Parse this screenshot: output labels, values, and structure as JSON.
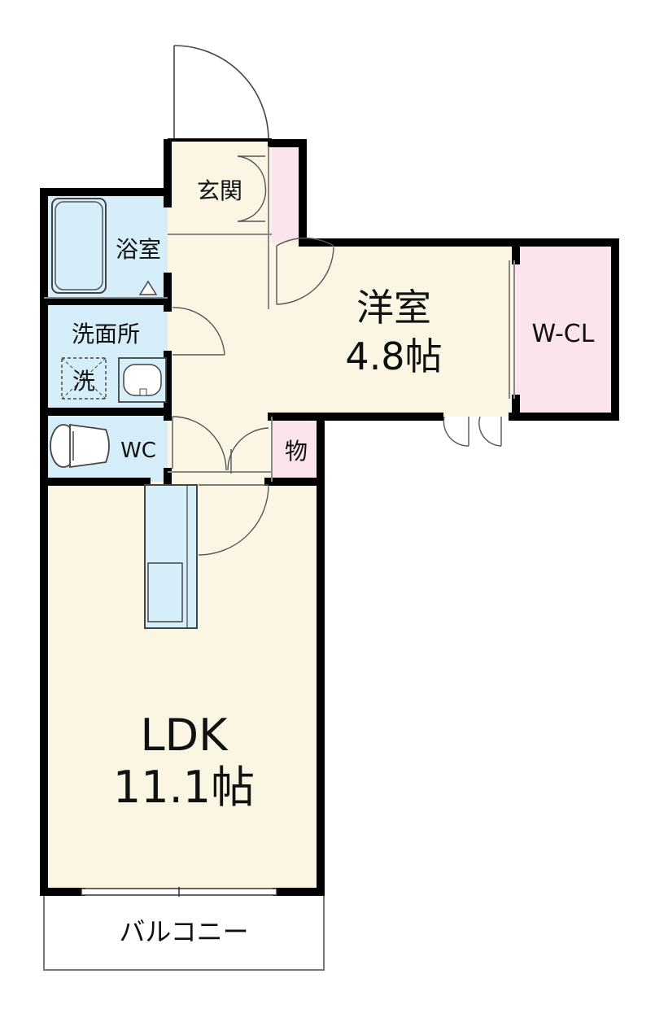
{
  "rooms": {
    "entrance": "玄関",
    "bath": "浴室",
    "washroom": "洗面所",
    "washer": "洗",
    "toilet": "WC",
    "western_room": "洋室",
    "western_room_size": "4.8帖",
    "closet": "W-CL",
    "storage": "物",
    "ldk": "LDK",
    "ldk_size": "11.1帖",
    "balcony": "バルコニー"
  },
  "colors": {
    "wall": "#000000",
    "floor": "#fbf6e3",
    "wet_area": "#d6eefa",
    "storage": "#fbe4ec",
    "fixture_line": "#555555"
  }
}
